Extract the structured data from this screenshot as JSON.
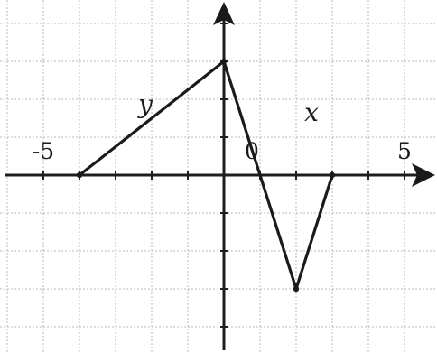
{
  "chart_data": {
    "type": "line",
    "x_range": [
      -6,
      5.5
    ],
    "y_range": [
      -4.8,
      4.7
    ],
    "grid": true,
    "tick_labels": [
      {
        "axis": "x",
        "value": -5,
        "text": "-5"
      },
      {
        "axis": "x",
        "value": 0,
        "text": "0"
      },
      {
        "axis": "x",
        "value": 5,
        "text": "5"
      }
    ],
    "axis_labels": {
      "x": "x",
      "y": "y"
    },
    "series": [
      {
        "x": [
          -4,
          0,
          2,
          3
        ],
        "y": [
          0,
          3,
          -3,
          0
        ]
      }
    ],
    "colors": {
      "line": "#1a1a1a",
      "grid": "#b9b9b9",
      "axis": "#1e1e1e"
    }
  }
}
